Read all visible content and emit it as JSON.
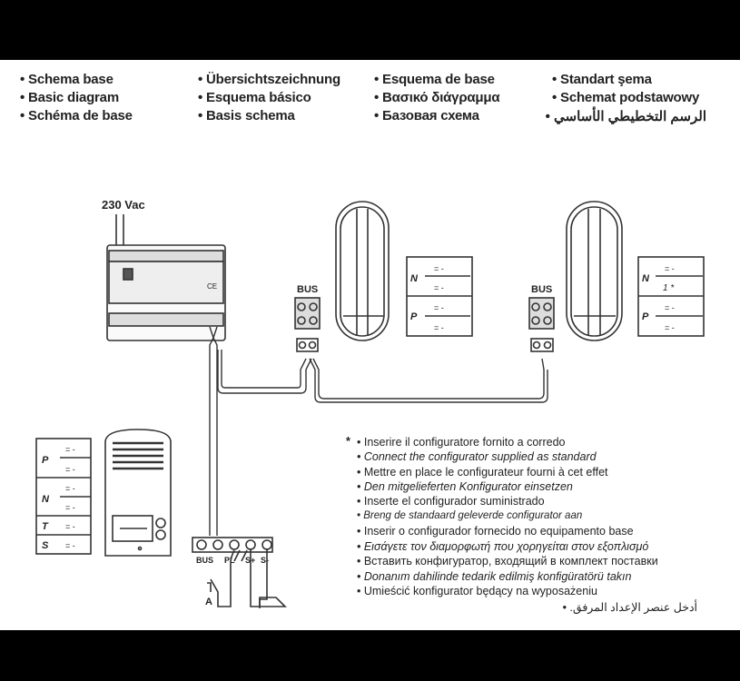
{
  "header": {
    "col1": [
      "• Schema base",
      "• Basic diagram",
      "• Schéma de base"
    ],
    "col2": [
      "• Übersichtszeichnung",
      "• Esquema básico",
      "• Basis schema"
    ],
    "col3": [
      "• Esquema de base",
      "• Βασικό διάγραμμα",
      "• Базовая схема"
    ],
    "col4": [
      "• Standart şema",
      "• Schemat podstawowy",
      "الرسم التخطيطي الأساسي •"
    ]
  },
  "diagram": {
    "power_label": "230 Vac",
    "bus_label_1": "BUS",
    "bus_label_2": "BUS",
    "card1": {
      "row1": "N",
      "row2": "P",
      "marks": "= -"
    },
    "card2": {
      "row1": "N",
      "row2": "P",
      "config_mark": "1 *"
    },
    "left_card": {
      "rows": [
        "P",
        "N",
        "T",
        "S"
      ]
    },
    "terminals": [
      "BUS",
      "PL",
      "S+",
      "S-"
    ],
    "switch_label": "A"
  },
  "notes": {
    "star": "*",
    "lines": [
      "• Inserire il configuratore fornito a corredo",
      "• Connect the configurator supplied as standard",
      "• Mettre en place le configurateur fourni à cet effet",
      "• Den mitgelieferten Konfigurator einsetzen",
      "• Inserte el configurador suministrado",
      "• Breng de standaard geleverde configurator aan",
      "• Inserir o configurador fornecido no equipamento base",
      "• Εισάγετε τον διαμορφωτή που χορηγείται στον εξοπλισμό",
      "• Вставить конфигуратор, входящий в комплект поставки",
      "• Donanım dahilinde tedarik edilmiş konfigüratörü takın",
      "• Umieścić konfigurator będący na wyposażeniu",
      "أدخل عنصر الإعداد المرفق. •"
    ]
  }
}
